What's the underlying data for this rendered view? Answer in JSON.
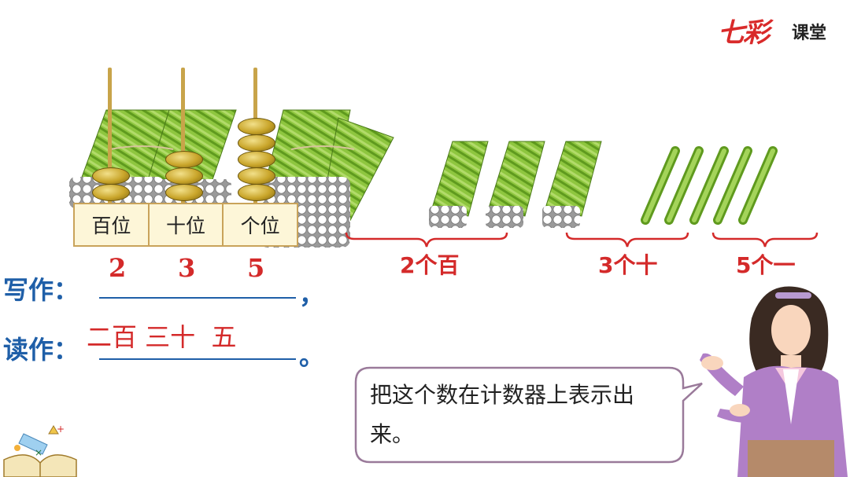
{
  "logo": {
    "brand": "七彩",
    "suffix": "课堂"
  },
  "place_values": [
    "百位",
    "十位",
    "个位"
  ],
  "digits": [
    "2",
    "3",
    "5"
  ],
  "abacus_beads": {
    "hundreds": 2,
    "tens": 3,
    "ones": 5
  },
  "groups": [
    {
      "label": "2个百"
    },
    {
      "label": "3个十"
    },
    {
      "label": "5个一"
    }
  ],
  "writing": {
    "write_label": "写作：",
    "write_end": "，",
    "read_label": "读作：",
    "read_answer": "二百 三十  五",
    "read_end": "。"
  },
  "speech": {
    "text": "把这个数在计数器上表示出来。"
  },
  "colors": {
    "accent_red": "#d42a2a",
    "label_blue": "#1f5fa8",
    "stick_green": "#8ec63f"
  }
}
